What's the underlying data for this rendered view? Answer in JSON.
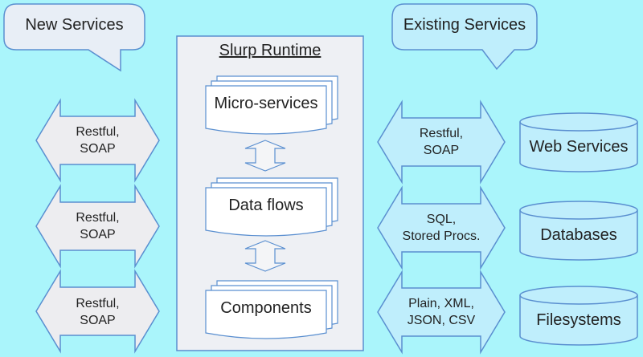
{
  "title": "Slurp Runtime",
  "callouts": {
    "left": "New Services",
    "right": "Existing Services"
  },
  "runtime_docs": [
    {
      "label": "Micro-services"
    },
    {
      "label": "Data flows"
    },
    {
      "label": "Components"
    }
  ],
  "left_arrows": [
    {
      "line1": "Restful,",
      "line2": "SOAP"
    },
    {
      "line1": "Restful,",
      "line2": "SOAP"
    },
    {
      "line1": "Restful,",
      "line2": "SOAP"
    }
  ],
  "right_arrows": [
    {
      "line1": "Restful,",
      "line2": "SOAP"
    },
    {
      "line1": "SQL,",
      "line2": "Stored Procs."
    },
    {
      "line1": "Plain, XML,",
      "line2": "JSON, CSV"
    }
  ],
  "stores": [
    {
      "label": "Web Services"
    },
    {
      "label": "Databases"
    },
    {
      "label": "Filesystems"
    }
  ],
  "colors": {
    "background": "#aaf5fb",
    "panel": "#eef0f4",
    "callout": "#e8eef6",
    "gray_arrow": "#ededf0",
    "cyan_fill": "#bfeefc",
    "stroke": "#5a8fd0"
  }
}
